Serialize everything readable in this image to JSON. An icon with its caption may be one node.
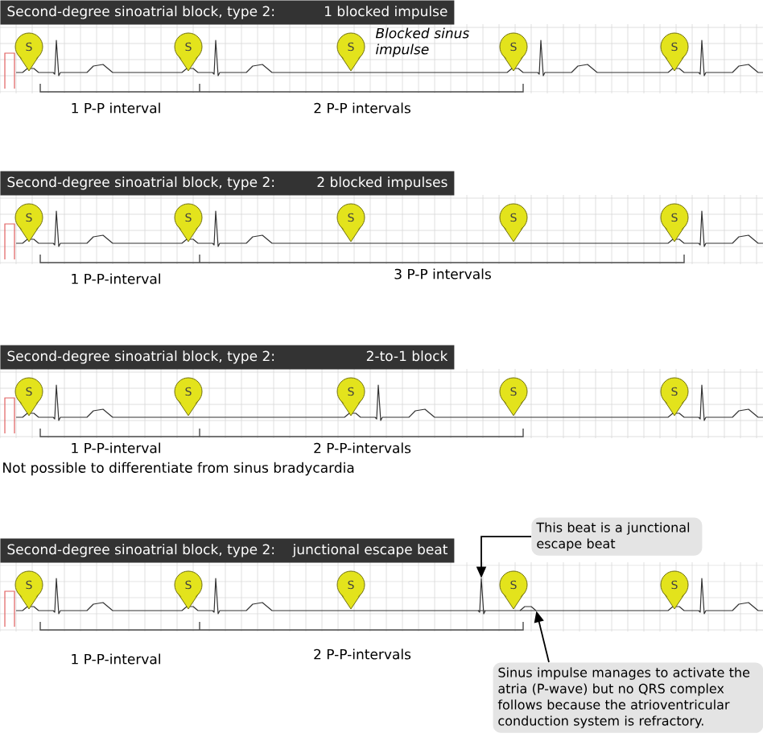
{
  "diagram": {
    "nodes": [
      {
        "text": [
          "Second-degree sinoatrial block, type 2:",
          "1 blocked impulse"
        ]
      },
      {
        "text": [
          "S"
        ]
      },
      {
        "text": [
          "S"
        ]
      },
      {
        "text": [
          "S"
        ]
      },
      {
        "text": [
          "S"
        ]
      },
      {
        "text": [
          "S"
        ]
      },
      {
        "text": [
          "Second-degree sinoatrial block, type 2:",
          "2 blocked impulses"
        ]
      },
      {
        "text": [
          "S"
        ]
      },
      {
        "text": [
          "S"
        ]
      },
      {
        "text": [
          "S"
        ]
      },
      {
        "text": [
          "S"
        ]
      },
      {
        "text": [
          "S"
        ]
      },
      {
        "text": [
          "Second-degree sinoatrial block, type 2:",
          "2-to-1 block"
        ]
      },
      {
        "text": [
          "S"
        ]
      },
      {
        "text": [
          "S"
        ]
      },
      {
        "text": [
          "S"
        ]
      },
      {
        "text": [
          "S"
        ]
      },
      {
        "text": [
          "S"
        ]
      },
      {
        "text": [
          "Second-degree sinoatrial block, type 2:",
          "junctional escape beat"
        ]
      },
      {
        "text": [
          "S"
        ]
      },
      {
        "text": [
          "S"
        ]
      },
      {
        "text": [
          "S"
        ]
      },
      {
        "text": [
          "S"
        ]
      },
      {
        "text": [
          "S"
        ]
      },
      {
        "text": [
          "This beat is a junctional escape beat"
        ]
      },
      {
        "text": [
          "Sinus impulse manages to activate the atria (P-wave) but no QRS complex follows because the atrioventricular conduction system is refractory."
        ]
      },
      {
        "text": [],
        "shape": "spike"
      },
      {
        "text": [],
        "shape": "wave"
      }
    ],
    "edges": [
      {
        "from": 24,
        "to": 26,
        "arrow": "to"
      },
      {
        "from": 25,
        "to": 27,
        "arrow": "to"
      }
    ],
    "labels": [
      "Blocked sinus impulse",
      "1 P-P interval",
      "2 P-P intervals",
      "1 P-P-interval",
      "3 P-P intervals",
      "1 P-P-interval",
      "2 P-P-intervals",
      "Not possible to differentiate from sinus bradycardia",
      "1 P-P-interval",
      "2 P-P-intervals"
    ]
  }
}
